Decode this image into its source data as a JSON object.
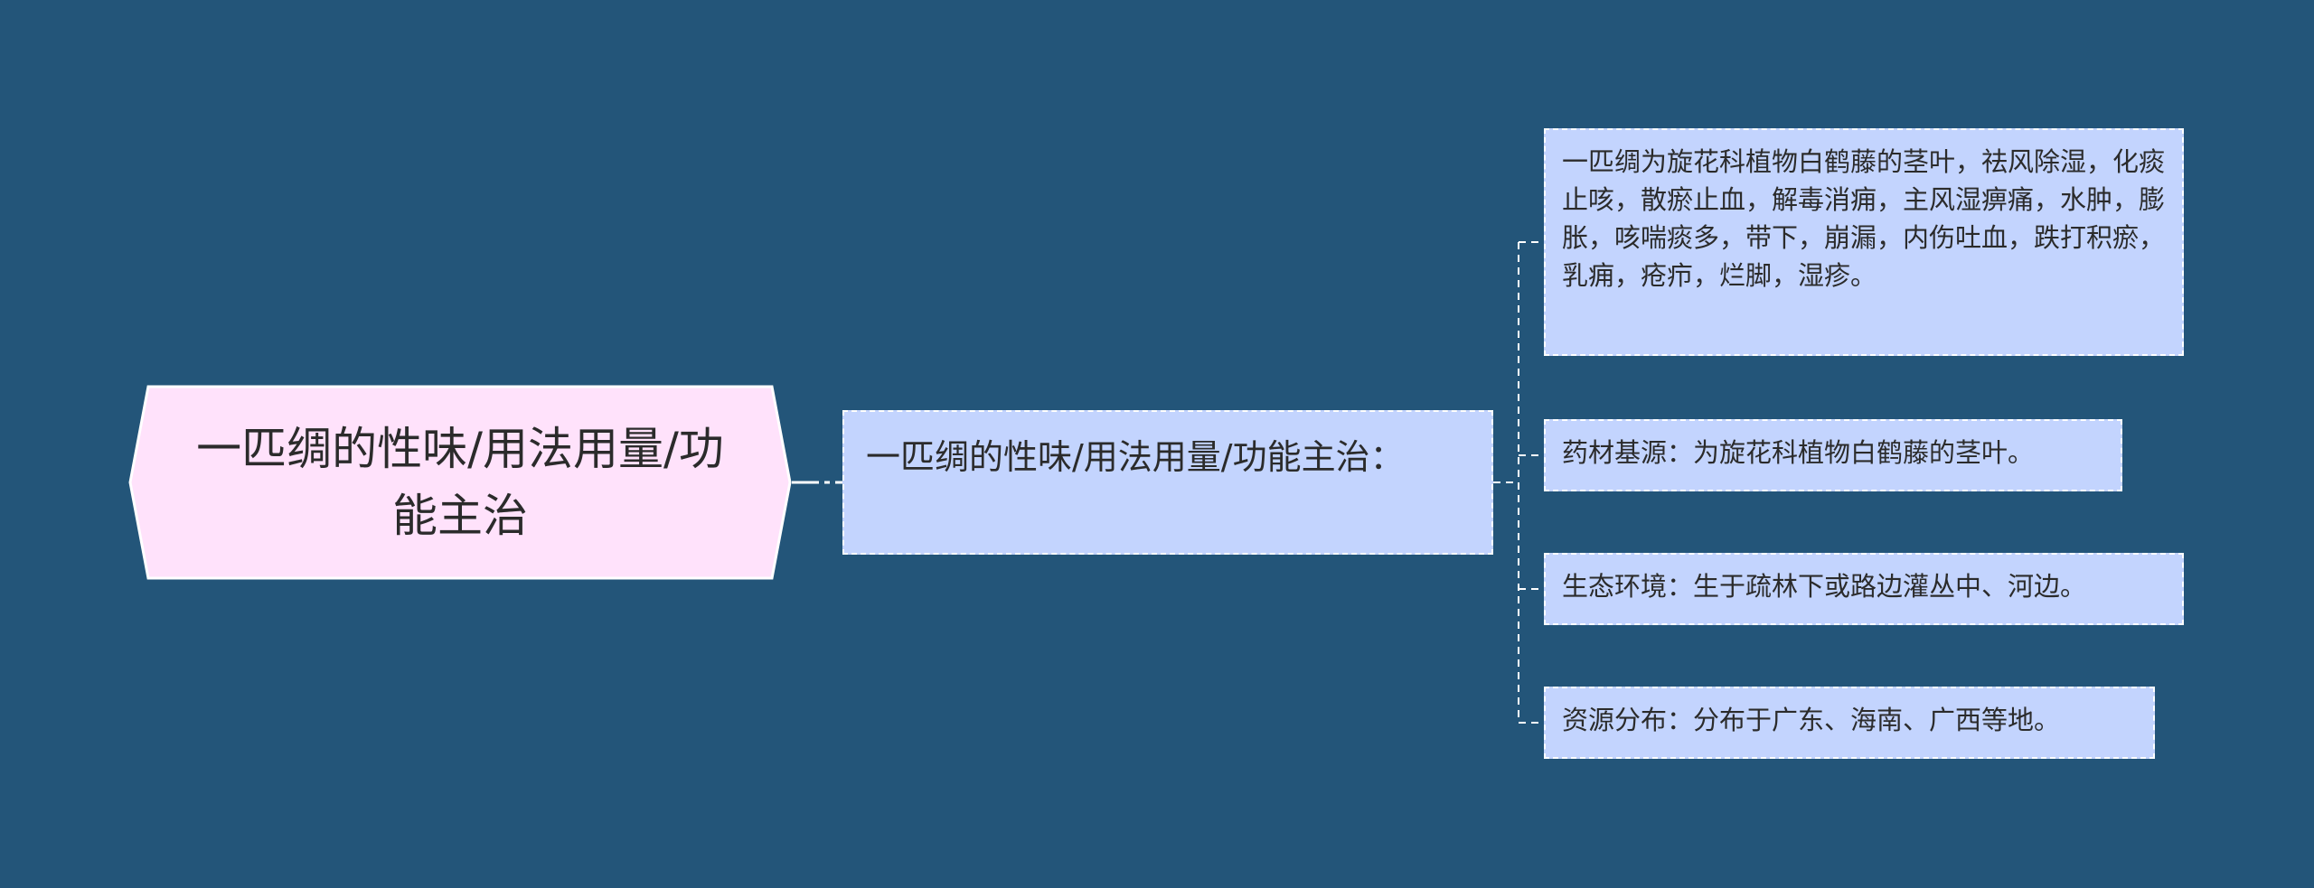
{
  "root": {
    "label": "一匹绸的性味/用法用量/功能主治"
  },
  "middle": {
    "label": "一匹绸的性味/用法用量/功能主治：",
    "border_style": "dashed"
  },
  "leaves": [
    "一匹绸为旋花科植物白鹤藤的茎叶，祛风除湿，化痰止咳，散瘀止血，解毒消痈，主风湿痹痛，水肿，膨胀，咳喘痰多，带下，崩漏，内伤吐血，跌打积瘀，乳痈，疮疖，烂脚，湿疹。",
    "药材基源：为旋花科植物白鹤藤的茎叶。",
    "生态环境：生于疏林下或路边灌丛中、河边。",
    "资源分布：分布于广东、海南、广西等地。"
  ],
  "colors": {
    "background": "#235579",
    "root_fill": "#ffe2fb",
    "node_fill": "#c3d4fe",
    "connector": "#ffffff",
    "text": "#2b2b2b"
  }
}
